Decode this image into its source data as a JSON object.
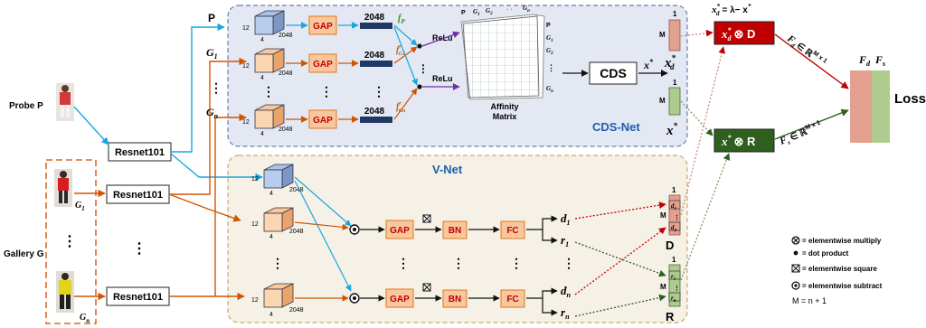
{
  "probe": {
    "label": "Probe P"
  },
  "gallery": {
    "label": "Gallery G",
    "g1": "G",
    "g1_sub": "1",
    "gn": "G",
    "gn_sub": "n",
    "dots": "⋮"
  },
  "resnet": {
    "label": "Resnet101"
  },
  "cds_net": {
    "title": "CDS-Net",
    "row_p": "P",
    "row_g1": "G",
    "row_g1_sub": "1",
    "row_gn": "G",
    "row_gn_sub": "n",
    "dim_12": "12",
    "dim_4": "4",
    "dim_2048": "2048",
    "gap_label": "GAP",
    "vec_2048": "2048",
    "fp": "f",
    "fp_sub": "P",
    "fg1": "f",
    "fg1_sub": "G1",
    "fg1_sup": "r",
    "fgn": "f",
    "fgn_sub": "Gn",
    "fgn_sup": "r",
    "relu": "ReLu",
    "affinity_label_1": "Affinity",
    "affinity_label_2": "Matrix",
    "matrix_col_p": "P",
    "matrix_col_g1": "G",
    "matrix_col_g1_sub": "1",
    "matrix_col_g2": "G",
    "matrix_col_g2_sub": "2",
    "matrix_col_gn": "G",
    "matrix_col_gn_sub": "n",
    "cds_box": "CDS",
    "x_star": "x",
    "xd_star": "x",
    "xd_sub": "d",
    "x_star_big": "x",
    "vec_top_1": "1",
    "vec_top_m": "M",
    "vec_bot_1": "1",
    "vec_bot_m": "M",
    "dots_v": "⋮",
    "dot_dot": "· ·"
  },
  "v_net": {
    "title": "V-Net",
    "gap_label": "GAP",
    "bn_label": "BN",
    "fc_label": "FC",
    "d1": "d",
    "d1_sub": "1",
    "r1": "r",
    "r1_sub": "1",
    "dn": "d",
    "dn_sub": "n",
    "rn": "r",
    "rn_sub": "n",
    "D": "D",
    "R": "R",
    "vec_d_1": "1",
    "vec_d_m": "M",
    "vec_d_d1": "d",
    "vec_d_d1_sub": "1",
    "vec_d_dn": "d",
    "vec_d_dn_sub": "n",
    "vec_r_1": "1",
    "vec_r_m": "M",
    "vec_r_r1": "r",
    "vec_r_r1_sub": "1",
    "vec_r_rn": "r",
    "vec_r_rn_sub": "n"
  },
  "right": {
    "xd_formula": "x",
    "xd_formula_rest": "= λ− x",
    "red_box": "x",
    "red_box_rest": "⊗ D",
    "green_box": "x",
    "green_box_rest": "⊗ R",
    "fd_arrow": "F",
    "fd_arrow_rest": "∈ ℝ",
    "fs_arrow": "F",
    "fs_arrow_rest": "∈ ℝ",
    "mx1": "M x 1",
    "fd_label": "F",
    "fd_sub": "d",
    "fs_label": "F",
    "fs_sub": "s",
    "loss": "Loss"
  },
  "legend": {
    "item1": "= elementwise multiply",
    "item2": "= dot product",
    "item3": "= elementwise square",
    "item4": "= elementwise subtract",
    "item5": "M = n + 1"
  },
  "colors": {
    "cyan": "#1aa6e0",
    "orange": "#d35400",
    "navy": "#1f3864",
    "gap_fill": "#f9c79d",
    "gap_stroke": "#e0781a",
    "gap_text": "#c00000",
    "cds_bg": "#e3e8f3",
    "vnet_bg": "#f6f1e6",
    "red_box": "#c00000",
    "green_box": "#2e5f1e",
    "fd_color": "#e3a08f",
    "fs_color": "#aecb8e",
    "gallery_dash": "#e0662b"
  }
}
